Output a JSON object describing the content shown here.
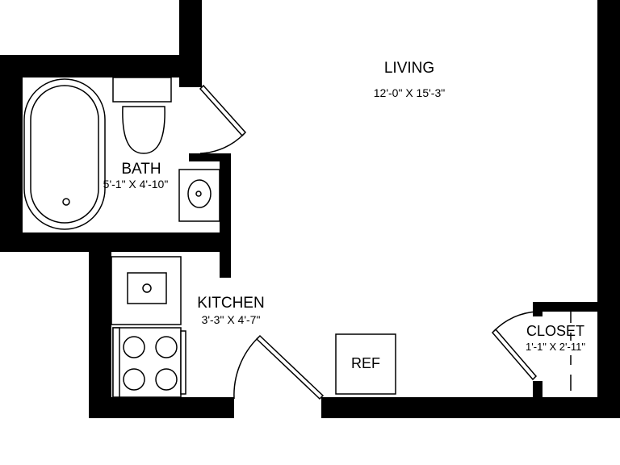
{
  "rooms": {
    "living": {
      "name": "LIVING",
      "dims": "12'-0\" X 15'-3\""
    },
    "bath": {
      "name": "BATH",
      "dims": "5'-1\" X 4'-10\""
    },
    "kitchen": {
      "name": "KITCHEN",
      "dims": "3'-3\" X 4'-7\""
    },
    "closet": {
      "name": "CLOSET",
      "dims": "1'-1\" X 2'-11\""
    }
  },
  "fixtures": {
    "refrigerator": "REF"
  }
}
